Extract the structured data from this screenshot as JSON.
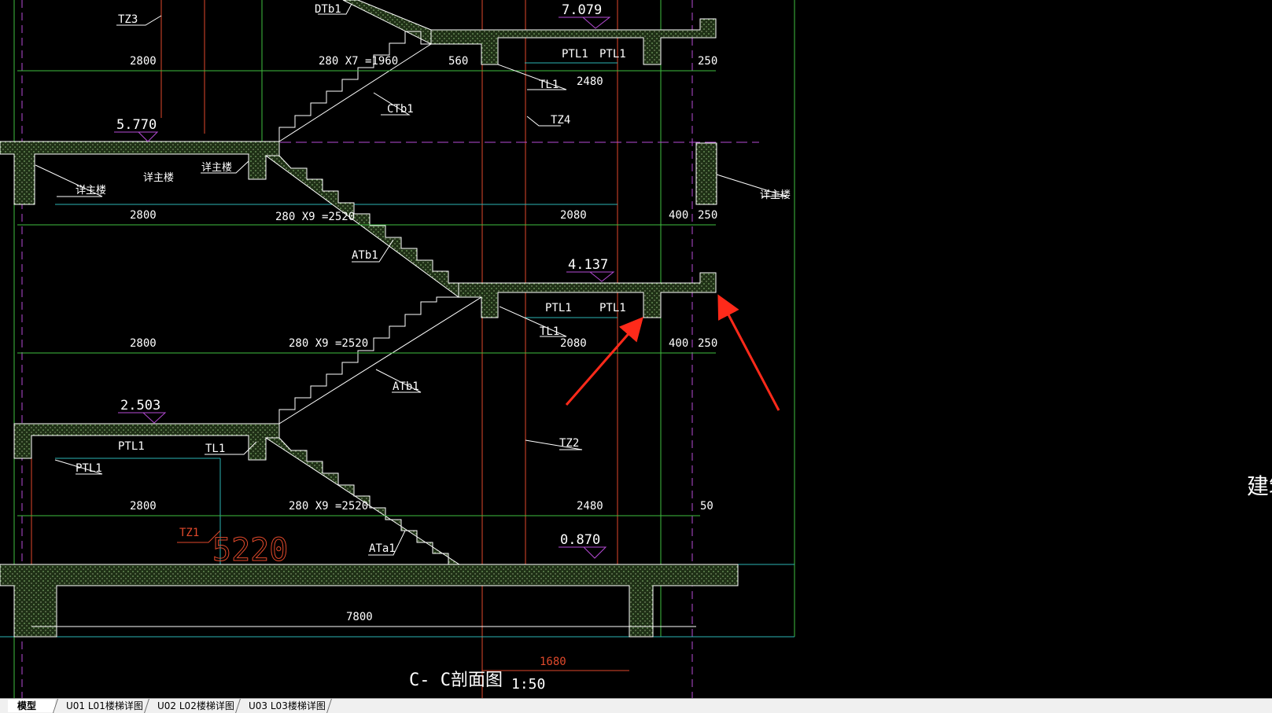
{
  "drawing": {
    "elevations": [
      "7.079",
      "5.770",
      "4.137",
      "2.503",
      "0.870"
    ],
    "dimensions": {
      "d2800a": "2800",
      "d280x7": "280 X7 =1960",
      "d560": "560",
      "d2480a": "2480",
      "d250a": "250",
      "d2800b": "2800",
      "d280x9a": "280 X9 =2520",
      "d2080a": "2080",
      "d400a": "400",
      "d250b": "250",
      "d2800c": "2800",
      "d280x9b": "280 X9 =2520",
      "d2080b": "2080",
      "d400b": "400",
      "d250c": "250",
      "d2800d": "2800",
      "d280x9c": "280 X9 =2520",
      "d2480b": "2480",
      "d50": "50",
      "d5220": "5220",
      "d7800": "7800",
      "d1680": "1680"
    },
    "labels": {
      "tz3": "TZ3",
      "dtb1": "DTb1",
      "ptl1_top_a": "PTL1",
      "ptl1_top_b": "PTL1",
      "tl1_top": "TL1",
      "ctb1": "CTb1",
      "tz4": "TZ4",
      "see_main_a": "详主楼",
      "see_main_b": "详主楼",
      "see_main_c": "详主楼",
      "see_main_d": "详主楼",
      "atb1_a": "ATb1",
      "ptl1_mid_a": "PTL1",
      "ptl1_mid_b": "PTL1",
      "tl1_mid": "TL1",
      "atb1_b": "ATb1",
      "ptl1_low": "PTL1",
      "tl1_low": "TL1",
      "ptl1_low_b": "PTL1",
      "tz2": "TZ2",
      "tz1": "TZ1",
      "ata1": "ATa1"
    },
    "title": "C- C剖面图",
    "scale": "1:50",
    "side_text": "建筑"
  },
  "tabs": [
    {
      "label": "模型",
      "active": true
    },
    {
      "label": "U01 L01楼梯详图",
      "active": false
    },
    {
      "label": "U02 L02楼梯详图",
      "active": false
    },
    {
      "label": "U03 L03楼梯详图",
      "active": false
    }
  ],
  "colors": {
    "background": "#000000",
    "concrete_fill": "#2a3d1e",
    "line_white": "#ffffff",
    "line_green": "#3fbf3f",
    "line_red": "#e0492b",
    "line_cyan": "#2cb5b5",
    "line_magenta": "#b64bd6",
    "annotation_arrow": "#ff2a1a"
  },
  "annotations": {
    "arrows": [
      "arrow-pointing-beam",
      "arrow-pointing-slab-end"
    ]
  }
}
